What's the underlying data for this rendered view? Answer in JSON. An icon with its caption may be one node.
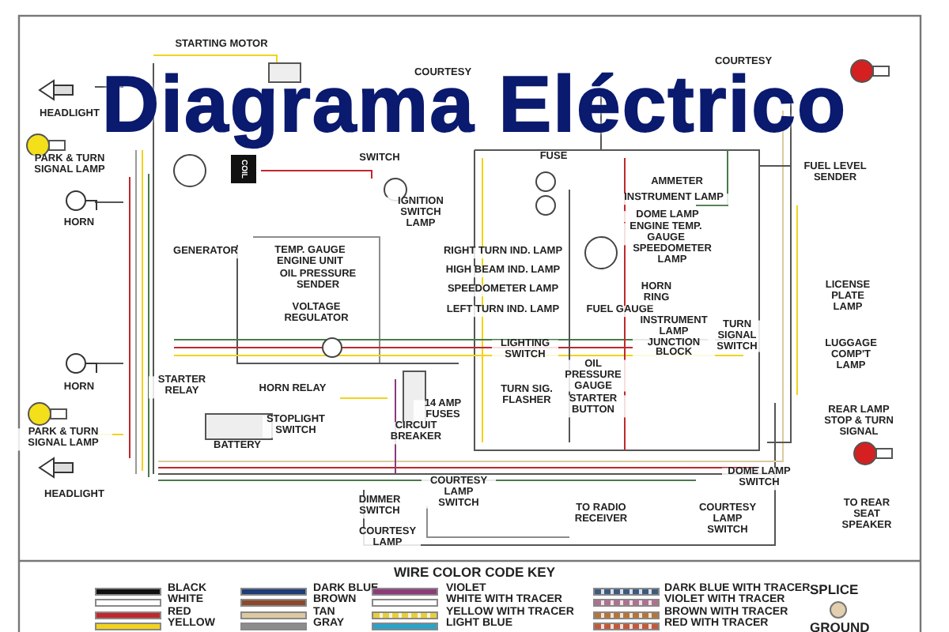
{
  "diagram": {
    "title": "Diagrama Eléctrico",
    "nodes": [
      {
        "text": [
          "HEADLIGHT"
        ]
      },
      {
        "text": [
          "PARK & TURN SIGNAL LAMP"
        ]
      },
      {
        "text": [
          "HORN"
        ]
      },
      {
        "text": [
          "STARTING MOTOR"
        ]
      },
      {
        "text": [
          "COIL"
        ]
      },
      {
        "text": [
          "COURTESY"
        ]
      },
      {
        "text": [
          "SWITCH"
        ]
      },
      {
        "text": [
          "IGNITION SWITCH LAMP"
        ]
      },
      {
        "text": [
          "FUSE"
        ]
      },
      {
        "text": [
          "COURTESY"
        ]
      },
      {
        "text": [
          "FUEL LEVEL SENDER"
        ]
      },
      {
        "text": [
          "AMMETER"
        ]
      },
      {
        "text": [
          "INSTRUMENT LAMP"
        ]
      },
      {
        "text": [
          "DOME LAMP"
        ]
      },
      {
        "text": [
          "ENGINE TEMP. GAUGE"
        ]
      },
      {
        "text": [
          "SPEEDOMETER LAMP"
        ]
      },
      {
        "text": [
          "GENERATOR"
        ]
      },
      {
        "text": [
          "TEMP. GAUGE ENGINE UNIT"
        ]
      },
      {
        "text": [
          "OIL PRESSURE SENDER"
        ]
      },
      {
        "text": [
          "VOLTAGE REGULATOR"
        ]
      },
      {
        "text": [
          "RIGHT TURN IND. LAMP"
        ]
      },
      {
        "text": [
          "HIGH BEAM IND. LAMP"
        ]
      },
      {
        "text": [
          "SPEEDOMETER LAMP"
        ]
      },
      {
        "text": [
          "LEFT TURN IND. LAMP"
        ]
      },
      {
        "text": [
          "FUEL GAUGE"
        ]
      },
      {
        "text": [
          "HORN RING"
        ]
      },
      {
        "text": [
          "LICENSE PLATE LAMP"
        ]
      },
      {
        "text": [
          "HORN"
        ]
      },
      {
        "text": [
          "STARTER RELAY"
        ]
      },
      {
        "text": [
          "HORN RELAY"
        ]
      },
      {
        "text": [
          "BATTERY"
        ]
      },
      {
        "text": [
          "STOPLIGHT SWITCH"
        ]
      },
      {
        "text": [
          "14 AMP FUSES"
        ]
      },
      {
        "text": [
          "CIRCUIT BREAKER"
        ]
      },
      {
        "text": [
          "LIGHTING SWITCH"
        ]
      },
      {
        "text": [
          "TURN SIG. FLASHER"
        ]
      },
      {
        "text": [
          "OIL PRESSURE GAUGE"
        ]
      },
      {
        "text": [
          "STARTER BUTTON"
        ]
      },
      {
        "text": [
          "INSTRUMENT LAMP JUNCTION BLOCK"
        ]
      },
      {
        "text": [
          "TURN SIGNAL SWITCH"
        ]
      },
      {
        "text": [
          "LUGGAGE COMP'T LAMP"
        ]
      },
      {
        "text": [
          "REAR LAMP STOP & TURN SIGNAL"
        ]
      },
      {
        "text": [
          "PARK & TURN SIGNAL LAMP"
        ]
      },
      {
        "text": [
          "HEADLIGHT"
        ]
      },
      {
        "text": [
          "DIMMER SWITCH"
        ]
      },
      {
        "text": [
          "COURTESY LAMP"
        ]
      },
      {
        "text": [
          "COURTESY LAMP SWITCH"
        ]
      },
      {
        "text": [
          "TO RADIO RECEIVER"
        ]
      },
      {
        "text": [
          "DOME LAMP SWITCH"
        ]
      },
      {
        "text": [
          "COURTESY LAMP SWITCH"
        ]
      },
      {
        "text": [
          "TO REAR SEAT SPEAKER"
        ]
      }
    ],
    "labels": [
      "WIRE COLOR CODE KEY"
    ],
    "legend": [
      {
        "text": "BLACK",
        "color": "#111111"
      },
      {
        "text": "WHITE",
        "color": "#ffffff"
      },
      {
        "text": "RED",
        "color": "#c0282d"
      },
      {
        "text": "YELLOW",
        "color": "#f2d31b"
      },
      {
        "text": "DARK BLUE",
        "color": "#1d3c78"
      },
      {
        "text": "BROWN",
        "color": "#8b4a2b"
      },
      {
        "text": "TAN",
        "color": "#dcc9a0"
      },
      {
        "text": "GRAY",
        "color": "#8c8c8c"
      },
      {
        "text": "VIOLET",
        "color": "#8e3a7a"
      },
      {
        "text": "WHITE WITH TRACER",
        "color": "#ffffff"
      },
      {
        "text": "YELLOW WITH TRACER",
        "color": "#e8cf3a"
      },
      {
        "text": "LIGHT BLUE",
        "color": "#2aa3c8"
      },
      {
        "text": "DARK BLUE WITH TRACER",
        "color": "#3c5a80"
      },
      {
        "text": "VIOLET WITH TRACER",
        "color": "#b07090"
      },
      {
        "text": "BROWN WITH TRACER",
        "color": "#b5753a"
      },
      {
        "text": "RED WITH TRACER",
        "color": "#c25a3a"
      },
      {
        "text": "SPLICE"
      },
      {
        "text": "GROUND"
      }
    ]
  }
}
